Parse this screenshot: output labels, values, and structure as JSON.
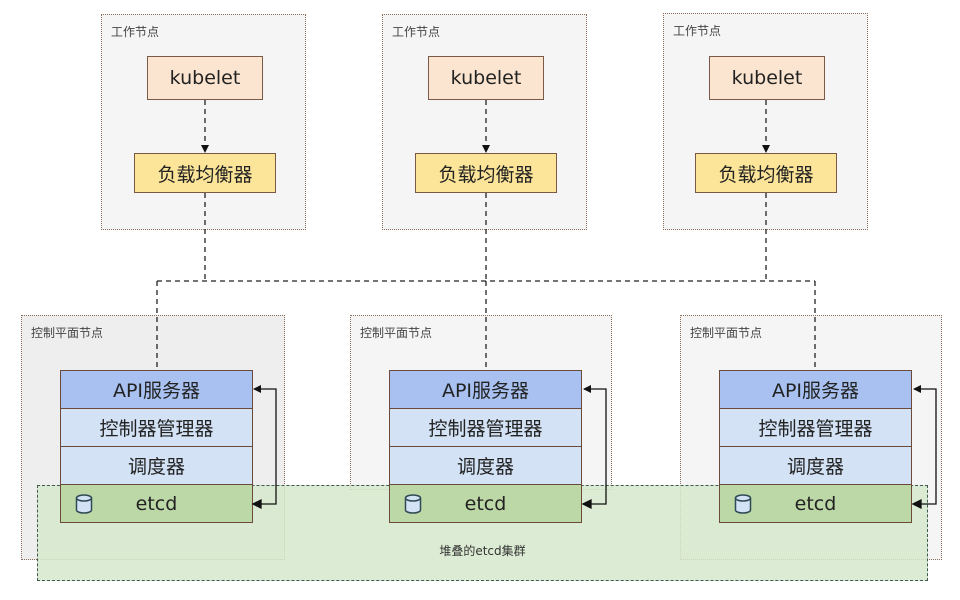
{
  "worker_nodes": [
    {
      "label": "工作节点",
      "kubelet": "kubelet",
      "load_balancer": "负载均衡器"
    },
    {
      "label": "工作节点",
      "kubelet": "kubelet",
      "load_balancer": "负载均衡器"
    },
    {
      "label": "工作节点",
      "kubelet": "kubelet",
      "load_balancer": "负载均衡器"
    }
  ],
  "control_plane_nodes": [
    {
      "label": "控制平面节点",
      "api_server": "API服务器",
      "controller_manager": "控制器管理器",
      "scheduler": "调度器",
      "etcd": "etcd"
    },
    {
      "label": "控制平面节点",
      "api_server": "API服务器",
      "controller_manager": "控制器管理器",
      "scheduler": "调度器",
      "etcd": "etcd"
    },
    {
      "label": "控制平面节点",
      "api_server": "API服务器",
      "controller_manager": "控制器管理器",
      "scheduler": "调度器",
      "etcd": "etcd"
    }
  ],
  "etcd_cluster": {
    "label": "堆叠的etcd集群"
  },
  "colors": {
    "kubelet_fill": "#fbe5d0",
    "load_balancer_fill": "#fce599",
    "api_server_fill": "#a8c1f0",
    "control_fill": "#d3e2f5",
    "etcd_fill": "#bcd8a6",
    "cluster_fill": "#d6e8cb"
  }
}
